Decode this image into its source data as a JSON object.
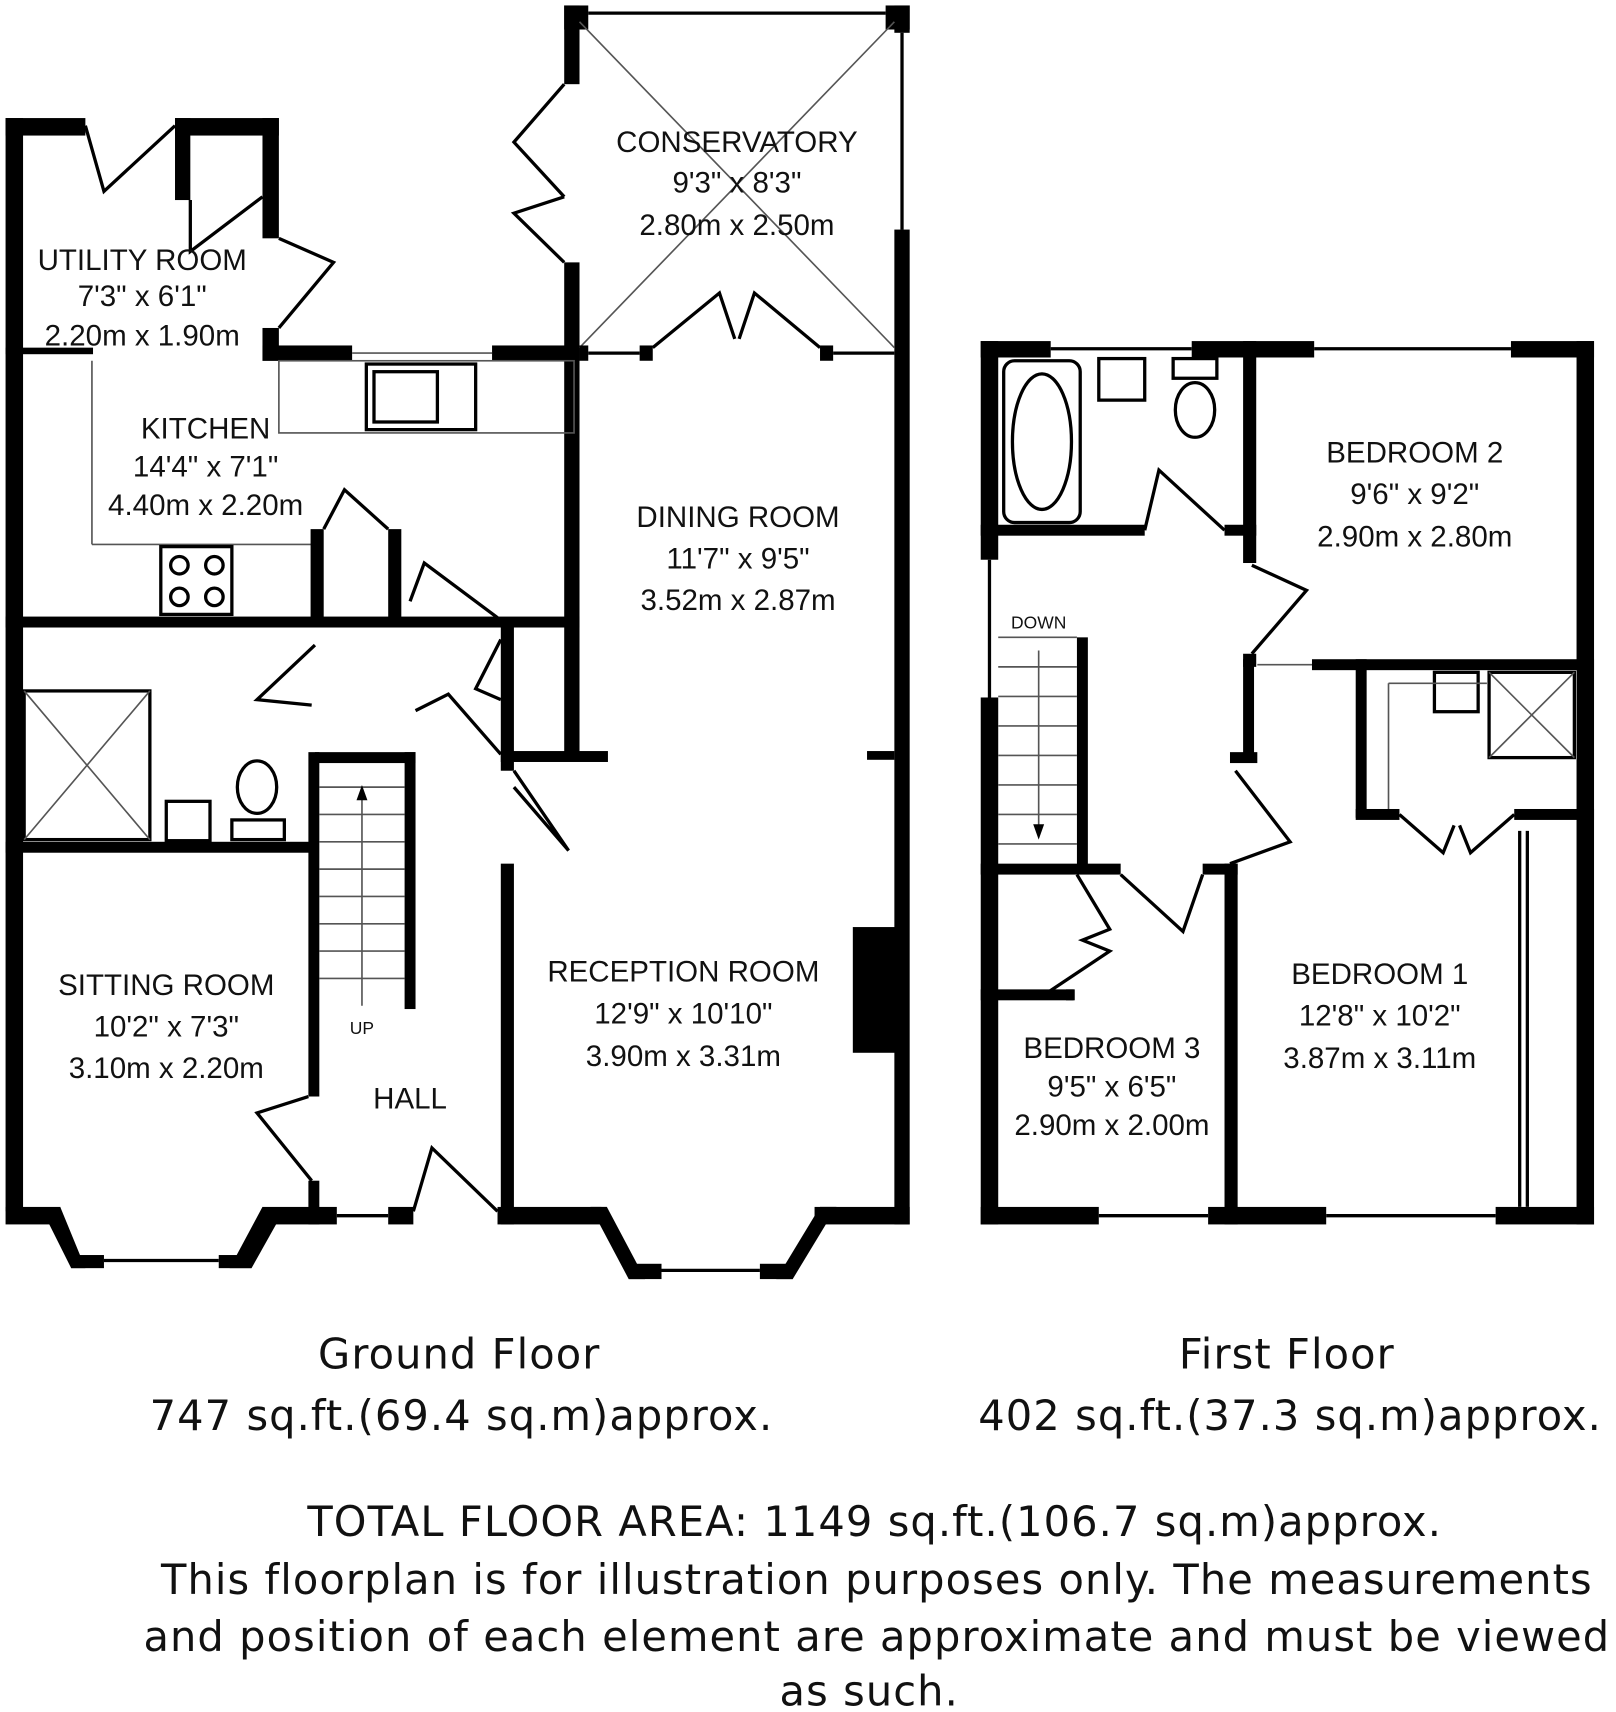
{
  "ground_floor": {
    "rooms": [
      {
        "name": "CONSERVATORY",
        "imperial": "9'3\" x 8'3\"",
        "metric": "2.80m x 2.50m"
      },
      {
        "name": "UTILITY ROOM",
        "imperial": "7'3\" x 6'1\"",
        "metric": "2.20m x 1.90m"
      },
      {
        "name": "KITCHEN",
        "imperial": "14'4\" x 7'1\"",
        "metric": "4.40m x 2.20m"
      },
      {
        "name": "DINING ROOM",
        "imperial": "11'7\" x 9'5\"",
        "metric": "3.52m x 2.87m"
      },
      {
        "name": "RECEPTION ROOM",
        "imperial": "12'9\" x 10'10\"",
        "metric": "3.90m x 3.31m"
      },
      {
        "name": "SITTING ROOM",
        "imperial": "10'2\" x 7'3\"",
        "metric": "3.10m x 2.20m"
      },
      {
        "name": "HALL"
      }
    ],
    "stairs_label": "UP",
    "title": "Ground Floor",
    "area": "747 sq.ft.(69.4 sq.m)approx."
  },
  "first_floor": {
    "rooms": [
      {
        "name": "BEDROOM 2",
        "imperial": "9'6\" x 9'2\"",
        "metric": "2.90m x 2.80m"
      },
      {
        "name": "BEDROOM 3",
        "imperial": "9'5\" x 6'5\"",
        "metric": "2.90m x 2.00m"
      },
      {
        "name": "BEDROOM 1",
        "imperial": "12'8\" x 10'2\"",
        "metric": "3.87m x 3.11m"
      }
    ],
    "stairs_label": "DOWN",
    "title": "First Floor",
    "area": "402 sq.ft.(37.3 sq.m)approx."
  },
  "footer": {
    "total": "TOTAL FLOOR AREA: 1149 sq.ft.(106.7 sq.m)approx.",
    "disclaimer_1": "This floorplan is for illustration purposes only. The measurements",
    "disclaimer_2": "and position of each element are approximate and must be viewed",
    "disclaimer_3": "as such."
  }
}
